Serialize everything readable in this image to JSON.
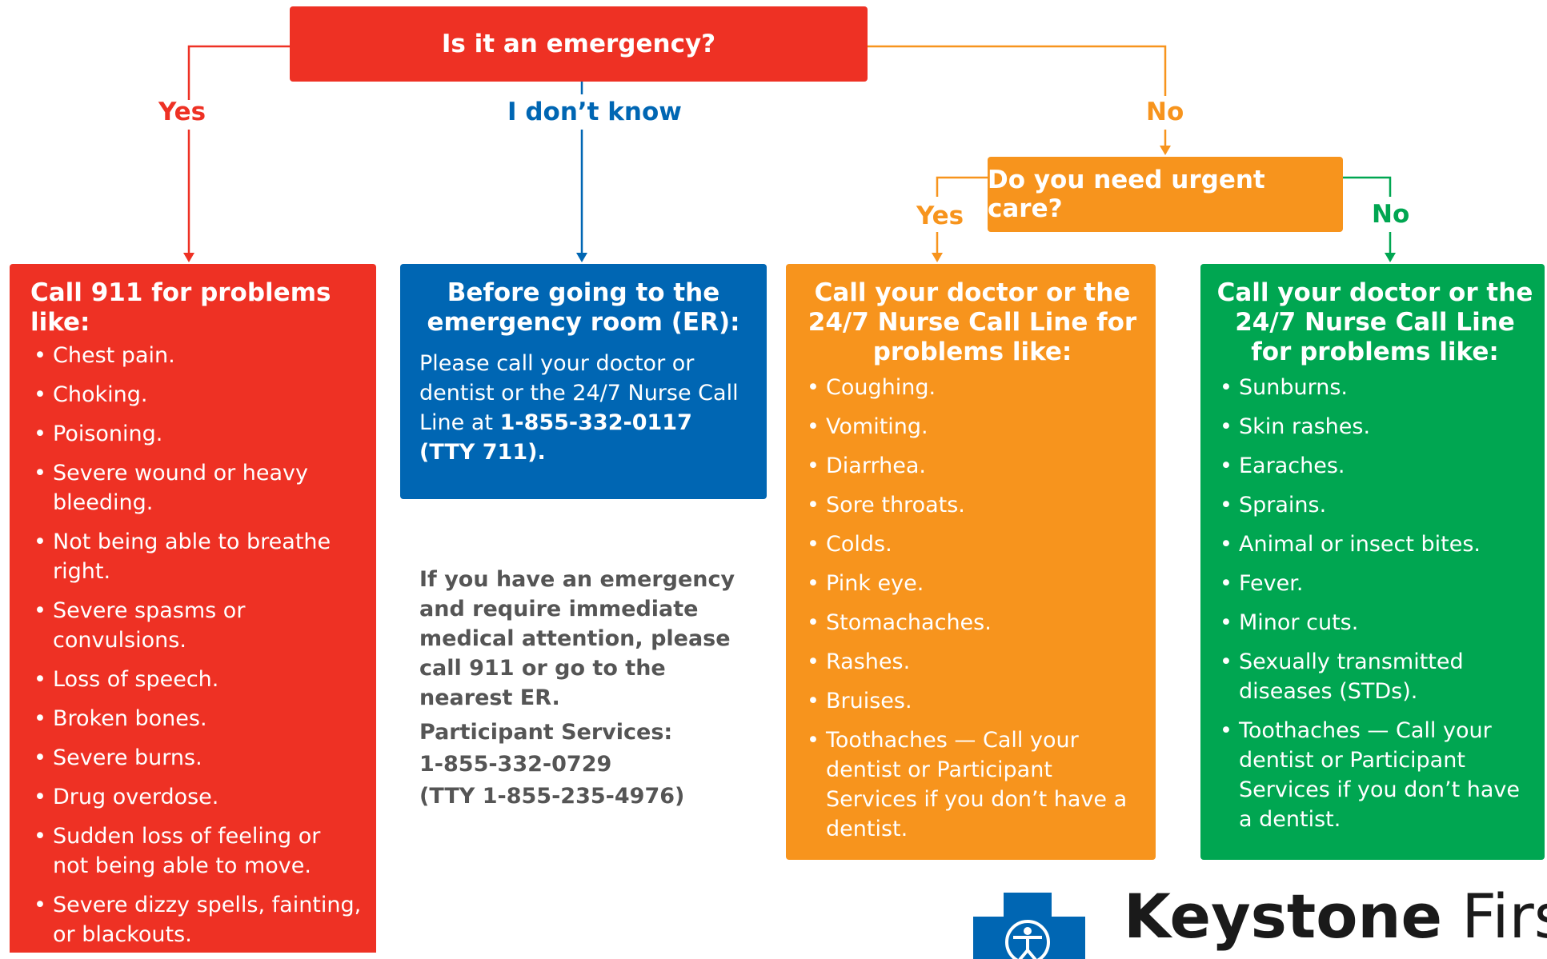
{
  "colors": {
    "red": "#ee3124",
    "blue": "#0066b3",
    "orange": "#f7941d",
    "green": "#00a651",
    "gray_text": "#555555",
    "brand": "#1a1a1a"
  },
  "top_question": "Is it an emergency?",
  "answers": {
    "yes": "Yes",
    "dont_know": "I don’t know",
    "no": "No"
  },
  "urgent_question": "Do you need urgent care?",
  "urgent_answers": {
    "yes": "Yes",
    "no": "No"
  },
  "columns": {
    "emergency": {
      "title": "Call 911 for problems like:",
      "items": [
        "Chest pain.",
        "Choking.",
        "Poisoning.",
        "Severe wound or heavy bleeding.",
        "Not being able to breathe right.",
        "Severe spasms or convulsions.",
        "Loss of speech.",
        "Broken bones.",
        "Severe burns.",
        "Drug overdose.",
        "Sudden loss of feeling or not being able to move.",
        "Severe dizzy spells, fainting, or blackouts."
      ]
    },
    "unsure": {
      "title": "Before going to the emergency room (ER):",
      "text_before": "Please call your doctor or dentist or the 24/7 Nurse Call Line at ",
      "phone": "1-855-332-0117 (TTY 711)."
    },
    "urgent": {
      "title": "Call your doctor or the 24/7 Nurse Call Line for problems like:",
      "items": [
        "Coughing.",
        "Vomiting.",
        "Diarrhea.",
        "Sore throats.",
        "Colds.",
        "Pink eye.",
        "Stomachaches.",
        "Rashes.",
        "Bruises.",
        "Toothaches — Call your dentist or Participant Services if you don’t have a dentist."
      ]
    },
    "non_urgent": {
      "title": "Call your doctor or the 24/7 Nurse Call Line for problems like:",
      "items": [
        "Sunburns.",
        "Skin rashes.",
        "Earaches.",
        "Sprains.",
        "Animal or insect bites.",
        "Fever.",
        "Minor cuts.",
        "Sexually transmitted diseases (STDs).",
        "Toothaches — Call your dentist or Participant Services if you don’t have a dentist."
      ]
    }
  },
  "emergency_note": "If you have an emergency and require immediate medical attention, please call 911 or go to the nearest ER.",
  "participant_services": {
    "label": "Participant Services:",
    "phone": "1-855-332-0729",
    "tty": "(TTY 1-855-235-4976)"
  },
  "logo": {
    "brand_bold": "Keystone",
    "brand_light": "First",
    "icon": "blue-cross-icon"
  }
}
